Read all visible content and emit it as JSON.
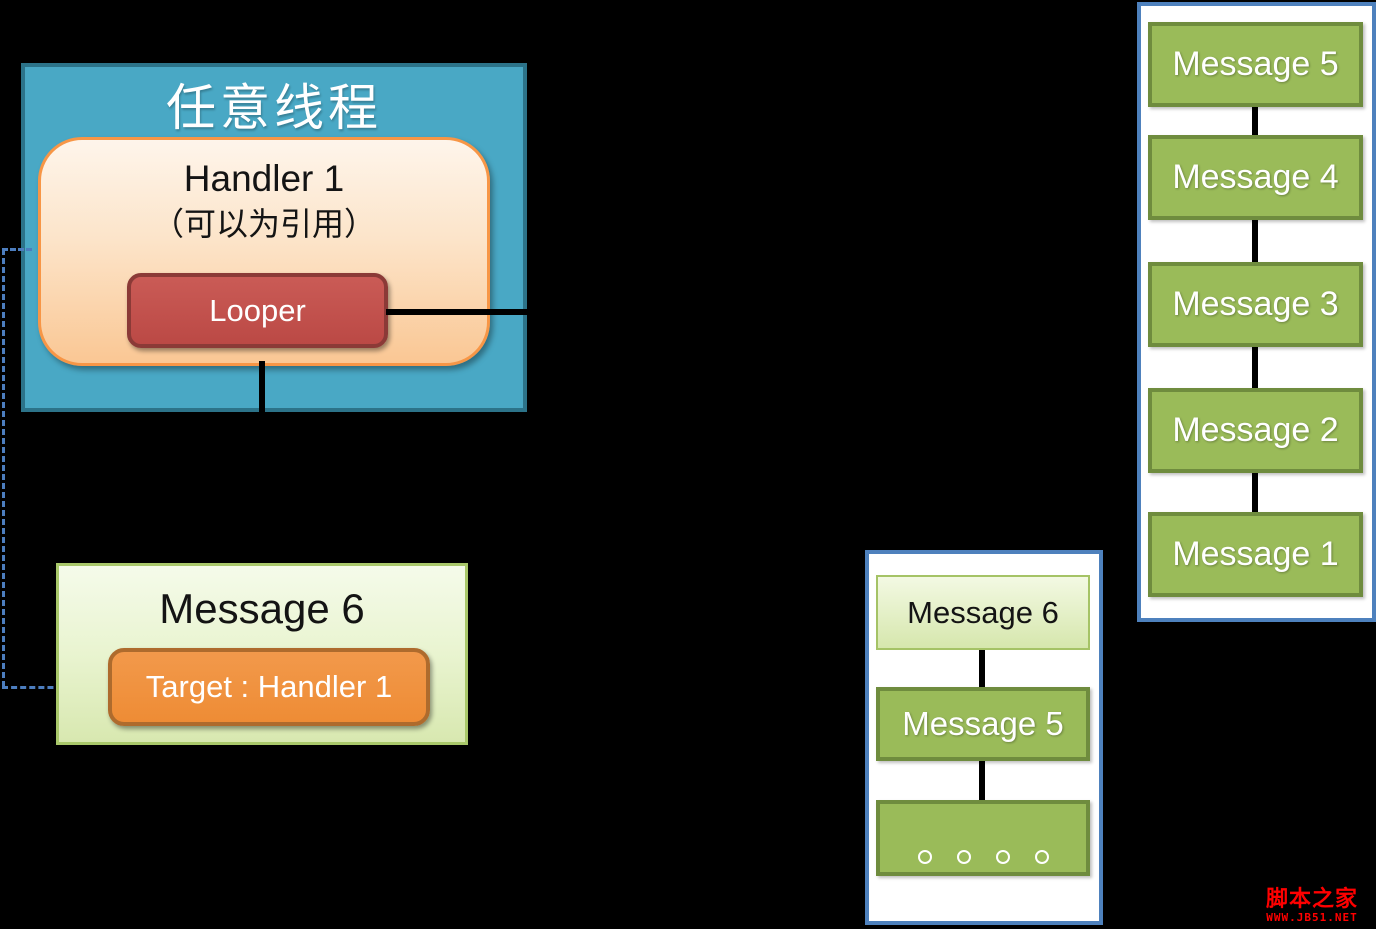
{
  "colors": {
    "background": "#000000",
    "thread_fill": "#49A8C5",
    "thread_border": "#2C7389",
    "handler_fill_top": "#FEF5EB",
    "handler_fill_bottom": "#FAC794",
    "handler_border": "#F79646",
    "looper_fill": "#C0504D",
    "looper_border": "#8B3A37",
    "panel_border_blue": "#4E81BD",
    "green_fill": "#9ABB59",
    "green_border": "#6F8C3E",
    "light_green_fill": "#E9F4D0",
    "light_green_border": "#A9C86A",
    "orange_fill": "#F0913E",
    "orange_border": "#AE6B2D",
    "connector_black": "#000000",
    "dashed_connector_blue": "#4C7DBE",
    "watermark_red": "#FF0000"
  },
  "thread_box": {
    "title": "任意线程",
    "handler": {
      "title": "Handler 1",
      "subtitle": "（可以为引用）",
      "looper_label": "Looper"
    }
  },
  "message_card": {
    "title": "Message 6",
    "target_label": "Target : Handler 1"
  },
  "queue_window": {
    "items": [
      {
        "label": "Message 6"
      },
      {
        "label": "Message 5"
      },
      {
        "label": "。。。。"
      }
    ]
  },
  "message_queue": {
    "items": [
      {
        "label": "Message 5"
      },
      {
        "label": "Message 4"
      },
      {
        "label": "Message 3"
      },
      {
        "label": "Message 2"
      },
      {
        "label": "Message 1"
      }
    ]
  },
  "watermark": {
    "title": "脚本之家",
    "url": "WWW.JB51.NET"
  }
}
